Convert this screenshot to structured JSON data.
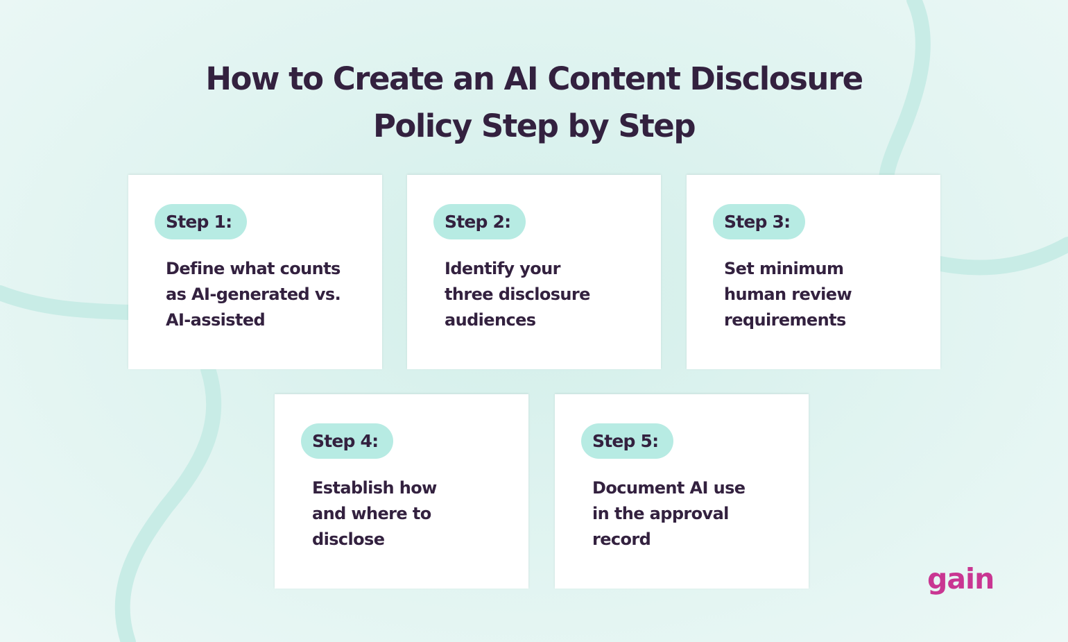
{
  "title": {
    "line1": "How to Create an AI Content Disclosure",
    "line2": "Policy Step by Step"
  },
  "steps": [
    {
      "label": "Step 1:",
      "lines": [
        "Define what counts",
        "as AI-generated vs.",
        "AI-assisted"
      ]
    },
    {
      "label": "Step 2:",
      "lines": [
        "Identify your",
        "three disclosure",
        "audiences"
      ]
    },
    {
      "label": "Step 3:",
      "lines": [
        "Set minimum",
        "human review",
        "requirements"
      ]
    },
    {
      "label": "Step 4:",
      "lines": [
        "Establish how",
        "and where to",
        "disclose"
      ]
    },
    {
      "label": "Step 5:",
      "lines": [
        "Document AI use",
        "in the approval",
        "record"
      ]
    }
  ],
  "logo": {
    "text": "gain"
  },
  "colors": {
    "background": "#e1f4f1",
    "decor_curve": "#c8ece6",
    "card": "#ffffff",
    "badge": "#b7ebe3",
    "text": "#33213f",
    "logo": "#c93692"
  }
}
